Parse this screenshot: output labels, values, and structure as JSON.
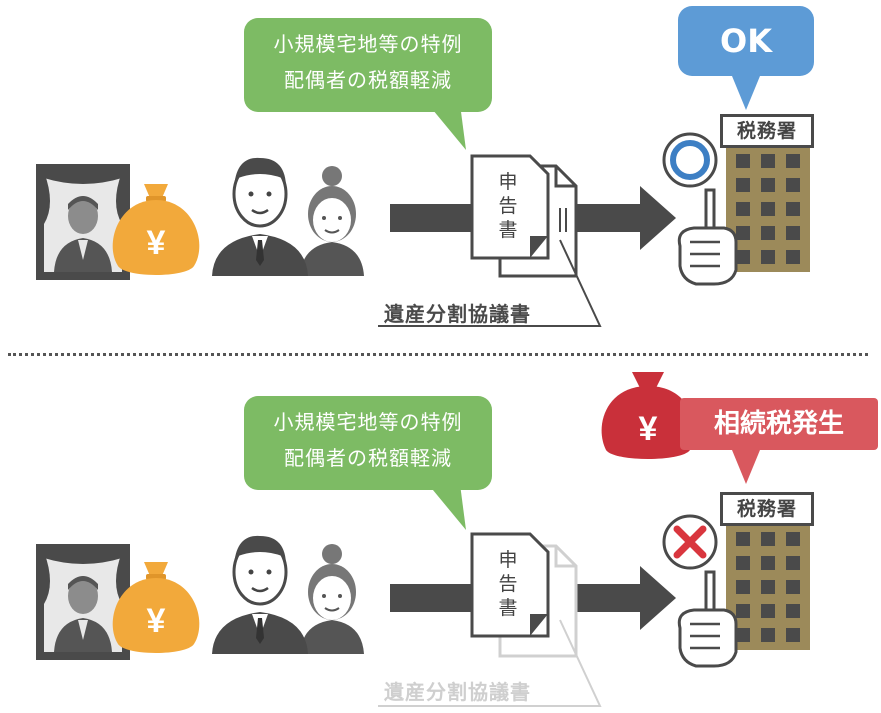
{
  "scenario_ok": {
    "speech_line1": "小規模宅地等の特例",
    "speech_line2": "配偶者の税額軽減",
    "declaration_chars": [
      "申",
      "告",
      "書"
    ],
    "agreement_label": "遺産分割協議書",
    "tax_office_label": "税務署",
    "result_label": "OK",
    "money_symbol": "¥"
  },
  "scenario_ng": {
    "speech_line1": "小規模宅地等の特例",
    "speech_line2": "配偶者の税額軽減",
    "declaration_chars": [
      "申",
      "告",
      "書"
    ],
    "agreement_label": "遺産分割協議書",
    "tax_office_label": "税務署",
    "result_label": "相続税発生",
    "money_symbol": "¥"
  },
  "colors": {
    "speech": "#7dbb64",
    "ok": "#5d9bd6",
    "tax": "#d9585e",
    "money": "#f2a93b",
    "building": "#9c8a5a",
    "dark": "#4a4a4a"
  },
  "icons": [
    "portrait-icon",
    "money-bag-icon",
    "couple-icon",
    "document-icon",
    "arrow-icon",
    "hand-sign-icon",
    "building-icon"
  ]
}
